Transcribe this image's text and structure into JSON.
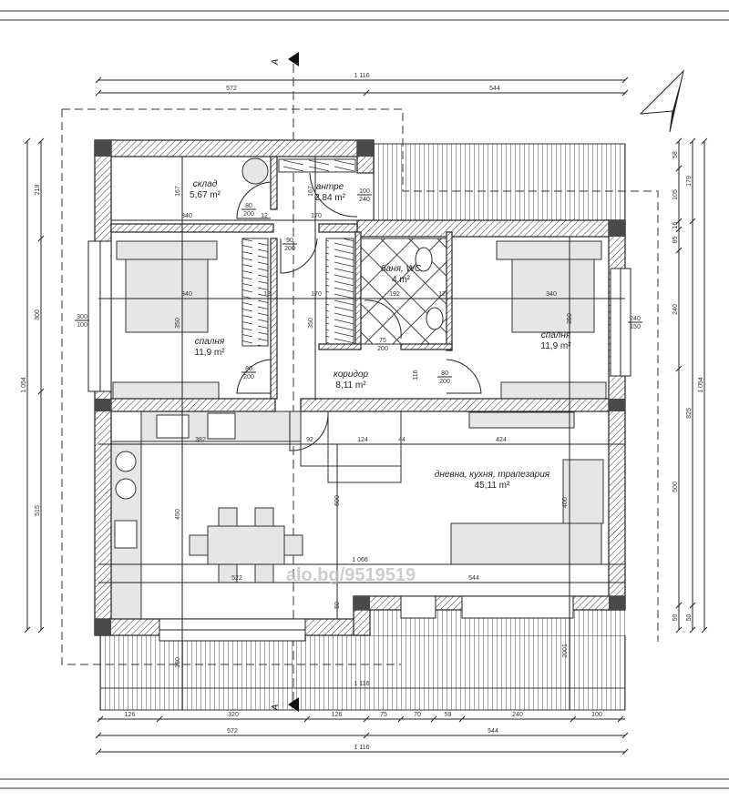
{
  "plan": {
    "section_marker": "A",
    "watermark": "alo.bg/9519519",
    "rooms": [
      {
        "name": "склад",
        "area": "5,67 m²"
      },
      {
        "name": "антре",
        "area": "2,84 m²"
      },
      {
        "name": "баня, WC",
        "area": "4 m²"
      },
      {
        "name": "спалня",
        "area": "11,9 m²"
      },
      {
        "name": "спалня",
        "area": "11,9 m²"
      },
      {
        "name": "коридор",
        "area": "8,11 m²"
      },
      {
        "name": "дневна, кухня, трапезария",
        "area": "45,11 m²"
      }
    ],
    "openings": [
      {
        "w": "80",
        "h": "200"
      },
      {
        "w": "80",
        "h": "200"
      },
      {
        "w": "80",
        "h": "200"
      },
      {
        "w": "100",
        "h": "240"
      },
      {
        "w": "75",
        "h": "200"
      },
      {
        "w": "90",
        "h": "200"
      },
      {
        "w": "300",
        "h": "100"
      },
      {
        "w": "240",
        "h": "150"
      }
    ],
    "interior_dims": [
      "340",
      "12",
      "170",
      "340",
      "12",
      "170",
      "192",
      "12",
      "340",
      "382",
      "92",
      "124",
      "44",
      "424",
      "1 066",
      "522",
      "544",
      "167",
      "167",
      "350",
      "350",
      "350",
      "116",
      "450",
      "600",
      "400",
      "50",
      "180",
      "2001"
    ],
    "top_dims": {
      "total": "1 116",
      "left": "572",
      "right": "544"
    },
    "bottom_dims": {
      "terrace": "1 116",
      "segments": [
        "126",
        "320",
        "126",
        "75",
        "70",
        "59",
        "240",
        "100"
      ],
      "left": "572",
      "right": "544",
      "total": "1 116"
    },
    "left_dims": {
      "segments": [
        "219",
        "300",
        "515"
      ],
      "total": "1 054"
    },
    "right_dims": {
      "segments": [
        "58",
        "105",
        "16",
        "85",
        "240",
        "500",
        "50"
      ],
      "middle": [
        "179",
        "825",
        "50"
      ],
      "total": "1 054"
    }
  },
  "colors": {
    "line": "#222222",
    "wall_core": "#4a4a4a",
    "furniture": "#e6e6e6"
  }
}
